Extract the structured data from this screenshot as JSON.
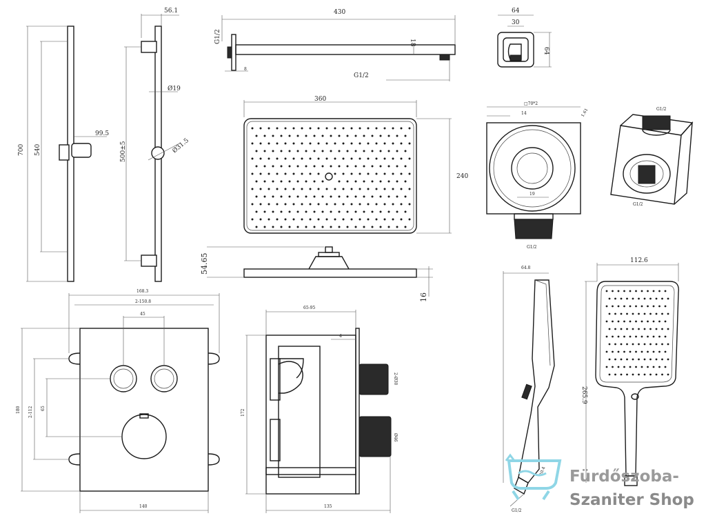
{
  "dimensions": {
    "rail_height": "700",
    "rail_span": "540",
    "rail_depth": "56.1",
    "rail_holder": "99.5",
    "rail_pipe": "Ø19",
    "rail_center": "500±5",
    "rail_knob": "Ø31.5",
    "arm_length": "430",
    "arm_thread_left": "G1/2",
    "arm_tube": "18",
    "arm_flange": "8",
    "arm_thread_bottom": "G1/2",
    "elbow_width": "64",
    "elbow_inner": "30",
    "elbow_height": "64",
    "head_width": "360",
    "head_depth": "240",
    "head_height": "54.65",
    "head_thickness": "16",
    "outlet_square": "□70*2",
    "outlet_side": "14",
    "outlet_chamfer": "1.61",
    "outlet_inner": "19",
    "outlet_thread": "G1/2",
    "outlet_iso_top": "G1/2",
    "outlet_iso_bottom": "G1/2",
    "mixer_width_total": "168.3",
    "mixer_hole_span": "2-150.8",
    "mixer_button_pitch": "45",
    "mixer_height_total": "180",
    "mixer_hole_vertical": "2-112",
    "mixer_button_offset": "65",
    "mixer_plate_width": "140",
    "body_depth_range": "65-95",
    "body_plate": "4",
    "body_height": "172",
    "body_knob_small": "2-Ø30",
    "body_knob_large": "Ø46",
    "body_depth": "135",
    "hand_width": "64.8",
    "hand_head_width": "112.6",
    "hand_length": "265.9",
    "hand_neck": "20.4",
    "hand_thread": "G1/2"
  },
  "watermark": {
    "line1": "Fürdőszoba-",
    "line2": "Szaniter Shop"
  },
  "colors": {
    "line": "#1a1a1a",
    "watermark_text": "#9a9a9a",
    "watermark_icon": "#8fd6e6"
  }
}
